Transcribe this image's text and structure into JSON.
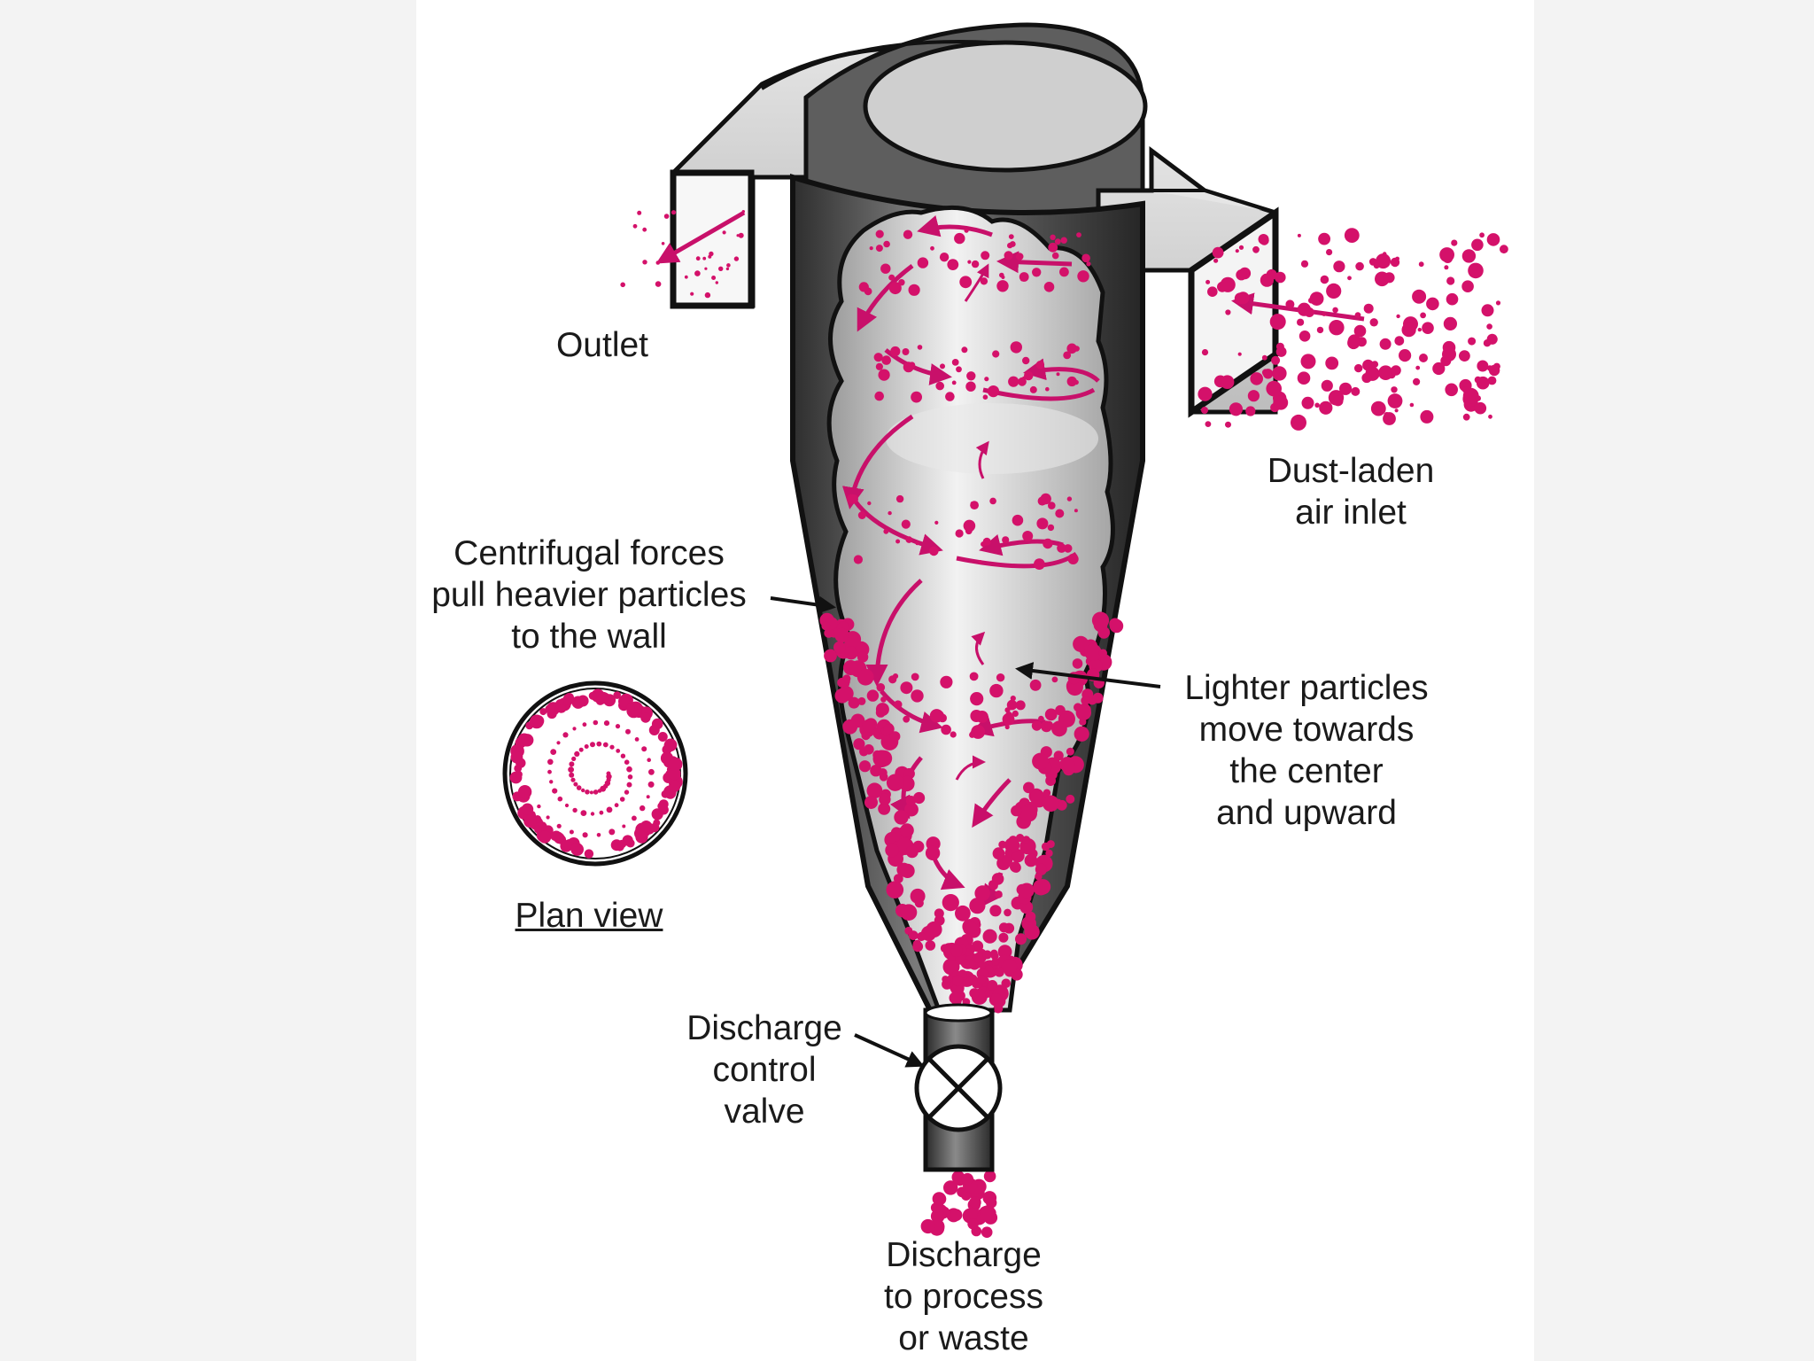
{
  "labels": {
    "outlet": "Outlet",
    "inlet": [
      "Dust-laden",
      "air inlet"
    ],
    "centrifugal": [
      "Centrifugal forces",
      "pull heavier particles",
      "to the wall"
    ],
    "plan_view": "Plan view",
    "lighter": [
      "Lighter particles",
      "move towards",
      "the center",
      "and upward"
    ],
    "valve": [
      "Discharge",
      "control",
      "valve"
    ],
    "discharge": [
      "Discharge",
      "to process",
      "or waste"
    ]
  },
  "colors": {
    "particle": "#d4116a",
    "arrow": "#c8106a",
    "outline": "#111111",
    "metal_dark": "#4a4a4a",
    "metal_light": "#d6d6d6"
  }
}
